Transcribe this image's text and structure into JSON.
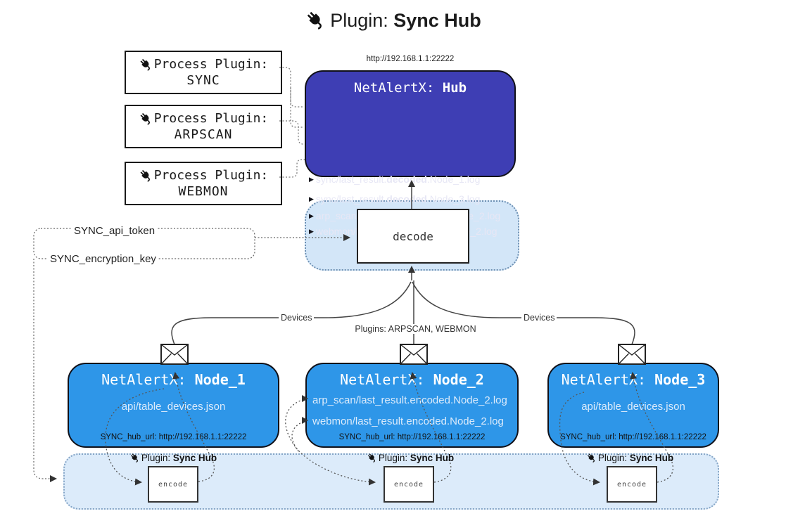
{
  "title": {
    "prefix": "Plugin: ",
    "name": "Sync Hub"
  },
  "icons": {
    "triangle": "▶"
  },
  "process_plugins": [
    {
      "label": "Process Plugin:",
      "name": "SYNC"
    },
    {
      "label": "Process Plugin:",
      "name": "ARPSCAN"
    },
    {
      "label": "Process Plugin:",
      "name": "WEBMON"
    }
  ],
  "hub": {
    "url": "http://192.168.1.1:22222",
    "title_prefix": "NetAlertX: ",
    "title_name": "Hub",
    "logs": [
      {
        "pre": "sync/last_result.",
        "bold": "decoded",
        "post": ".Node_1.log"
      },
      {
        "pre": "sync/last_result.",
        "bold": "decoded",
        "post": ".Node_3.log"
      },
      {
        "pre": "arp_scan/last_result.",
        "bold": "decoded",
        "post": ".Node_2.log"
      },
      {
        "pre": "webmon/last_result.",
        "bold": "decoded",
        "post": ".Node_2.log"
      }
    ]
  },
  "decode": {
    "label": "decode"
  },
  "encode": {
    "label": "encode"
  },
  "secrets": {
    "api_token": "SYNC_api_token",
    "encryption_key": "SYNC_encryption_key"
  },
  "edge_labels": {
    "devices_left": "Devices",
    "devices_right": "Devices",
    "plugins_mid": "Plugins: ARPSCAN, WEBMON"
  },
  "nodes": [
    {
      "title_prefix": "NetAlertX: ",
      "title_name": "Node_1",
      "files": [
        "api/table_devices.json"
      ],
      "config": "SYNC_hub_url: http://192.168.1.1:22222"
    },
    {
      "title_prefix": "NetAlertX: ",
      "title_name": "Node_2",
      "files": [
        "arp_scan/last_result.encoded.Node_2.log",
        "webmon/last_result.encoded.Node_2.log"
      ],
      "config": "SYNC_hub_url: http://192.168.1.1:22222"
    },
    {
      "title_prefix": "NetAlertX: ",
      "title_name": "Node_3",
      "files": [
        "api/table_devices.json"
      ],
      "config": "SYNC_hub_url: http://192.168.1.1:22222"
    }
  ],
  "band": {
    "plugin_prefix": "Plugin: ",
    "plugin_name": "Sync Hub"
  },
  "colors": {
    "hub_bg": "#3e3eb4",
    "node_bg": "#2e96e8",
    "decode_area_bg": "#d3e6f8",
    "band_bg": "#dcebfa",
    "box_border": "#101018",
    "connector": "#555555"
  }
}
